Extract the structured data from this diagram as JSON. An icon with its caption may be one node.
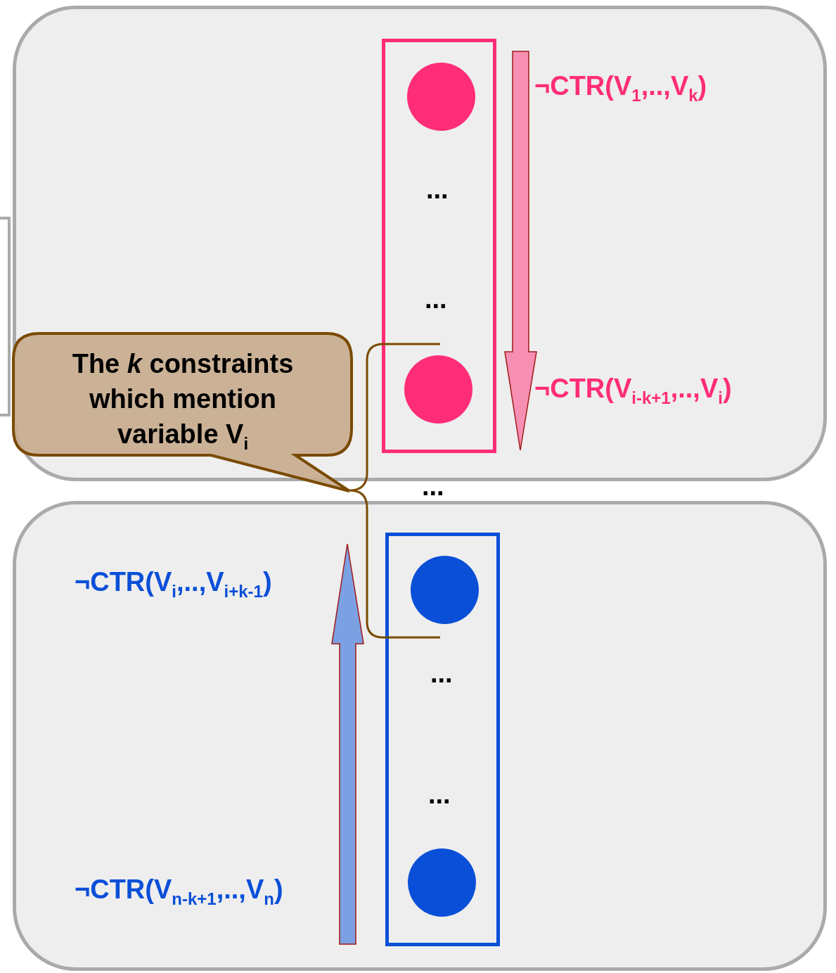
{
  "diagram": {
    "nodes": [
      {
        "text": [],
        "shape": "box"
      },
      {
        "text": [],
        "shape": "box",
        "in": 0
      },
      {
        "text": [],
        "shape": "circle",
        "in": 1
      },
      {
        "text": [],
        "shape": "circle",
        "in": 1
      },
      {
        "text": [],
        "shape": "box"
      },
      {
        "text": [],
        "shape": "box",
        "in": 4
      },
      {
        "text": [],
        "shape": "circle",
        "in": 5
      },
      {
        "text": [],
        "shape": "circle",
        "in": 5
      },
      {
        "text": [
          "The *k* constraints which mention variable V$_{i}$"
        ]
      }
    ],
    "labels": [
      "¬CTR(V$_{1}$,..,V$_{k}$)",
      "...",
      "...",
      "¬CTR(V$_{i-k+1}$,..,V$_{i}$)",
      "...",
      "¬CTR(V$_{i}$,..,V$_{i+k-1}$)",
      "...",
      "...",
      "¬CTR(V$_{n-k+1}$,..,V$_{n}$)"
    ]
  }
}
